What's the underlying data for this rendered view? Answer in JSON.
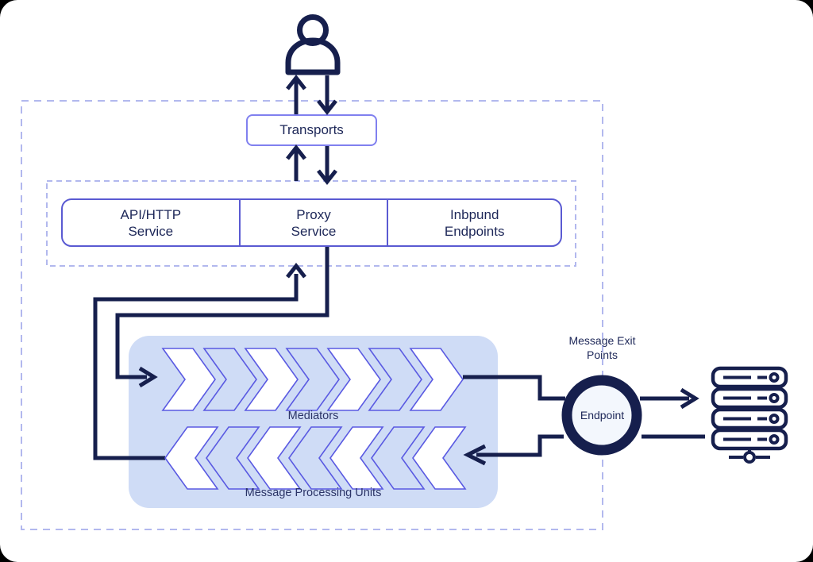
{
  "colors": {
    "navy": "#161f4d",
    "text": "#1d2758",
    "label": "#2b3467",
    "indigo": "#5a5ad2",
    "tborder": "#8080ef",
    "chev": "#5a5ae2",
    "dash": "#b2b8ee",
    "panel": "#cfdcf6",
    "epfill": "#f3f7fd"
  },
  "transports": {
    "label": "Transports"
  },
  "services_row": {
    "cells": [
      {
        "line1": "API/HTTP",
        "line2": "Service"
      },
      {
        "line1": "Proxy",
        "line2": "Service"
      },
      {
        "line1": "Inbpund",
        "line2": "Endpoints"
      }
    ]
  },
  "pipeline": {
    "mediators_label": "Mediators",
    "processing_label": "Message Processing Units",
    "bands_per_row": 7
  },
  "exit_points": {
    "title_line1": "Message Exit",
    "title_line2": "Points",
    "endpoint_label": "Endpoint"
  }
}
